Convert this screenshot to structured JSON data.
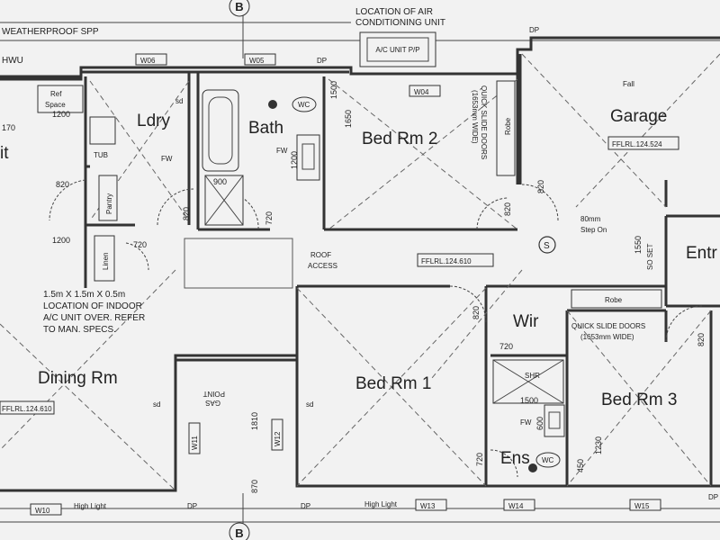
{
  "plan": {
    "notes": {
      "weatherproof": "WEATHERPROOF SPP",
      "hwu": "HWU",
      "ac_location": [
        "LOCATION OF AIR",
        "CONDITIONING UNIT"
      ],
      "ac_unit": "A/C UNIT P/P",
      "indoor_ac": [
        "1.5m X 1.5m X 0.5m",
        "LOCATION OF INDOOR",
        "A/C UNIT OVER. REFER",
        "TO MAN. SPECS."
      ],
      "roof_access": [
        "ROOF",
        "ACCESS"
      ],
      "quick_slide_top": [
        "QUICK SLIDE DOORS",
        "(1653mm WIDE)"
      ],
      "quick_slide_bed3": [
        "QUICK SLIDE DOORS",
        "(1653mm WIDE)"
      ],
      "step_on": [
        "80mm",
        "Step On"
      ],
      "so_set": "SO SET",
      "fall": "Fall",
      "gas_point": [
        "GAS",
        "POINT"
      ],
      "high_light_left": "High Light",
      "high_light_mid": "High Light"
    },
    "section_markers": {
      "top": "B",
      "bottom": "B"
    },
    "rooms": {
      "laundry": "Ldry",
      "bath": "Bath",
      "bed2": "Bed Rm 2",
      "garage": "Garage",
      "entry": "Entr",
      "wir": "Wir",
      "bed1": "Bed Rm 1",
      "bed3": "Bed Rm 3",
      "dining": "Dining Rm",
      "ensuite": "Ens",
      "partial_left": "it"
    },
    "fixtures": {
      "ref_space": [
        "Ref",
        "Space"
      ],
      "tub": "TUB",
      "pantry": "Pantry",
      "linen": "Linen",
      "robe_top": "Robe",
      "robe_bed1": "Robe",
      "fw_ldry": "FW",
      "fw_bath": "FW",
      "fw_ens": "FW",
      "wc_bath": "WC",
      "wc_ens": "WC",
      "shr": "SHR",
      "sd_ldry": "sd",
      "sd_dining": "sd",
      "sd_bed1": "sd",
      "smoke": "S"
    },
    "levels": {
      "garage": "FFLRL.124.524",
      "hall": "FFLRL.124.610",
      "dining": "FFLRL.124.610"
    },
    "windows": {
      "w06": "W06",
      "w05": "W05",
      "w04": "W04",
      "w10": "W10",
      "w11": "W11",
      "w12": "W12",
      "w13": "W13",
      "w14": "W14",
      "w15": "W15"
    },
    "dp": {
      "dp1": "DP",
      "dp2": "DP",
      "dp3": "DP",
      "dp4": "DP",
      "dp5": "DP"
    },
    "dims": {
      "d820_ldry": "820",
      "d820_bath": "820",
      "d820_bed2": "820",
      "d820_garage": "820",
      "d820_bed1": "820",
      "d820_bed3": "820",
      "d720_pantry": "720",
      "d720_bath": "720",
      "d720_wir": "720",
      "d720_ens": "720",
      "d1200_ldry": "1200",
      "d1200_pantry": "1200",
      "d1170": "170",
      "d900": "900",
      "d1500": "1500",
      "d1650": "1650",
      "d1200_bath": "1200",
      "d1550": "1550",
      "d1810": "1810",
      "d1230": "1230",
      "d600": "600",
      "d870": "870",
      "d450": "450",
      "d1500_ens": "1500"
    }
  }
}
